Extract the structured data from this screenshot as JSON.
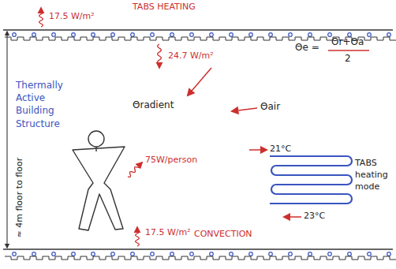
{
  "diagram": {
    "labels": [
      "TABS HEATING",
      "17.5 W/m²",
      "24.7 W/m²",
      "Thermally Active Building Structure",
      "Θradient",
      "Θair",
      "Θe =",
      "Θr+Θa",
      "2",
      "75W/person",
      "21°C",
      "TABS heating mode",
      "23°C",
      "≈ 4m floor to floor",
      "17.5 W/m²",
      "CONVECTION"
    ]
  }
}
